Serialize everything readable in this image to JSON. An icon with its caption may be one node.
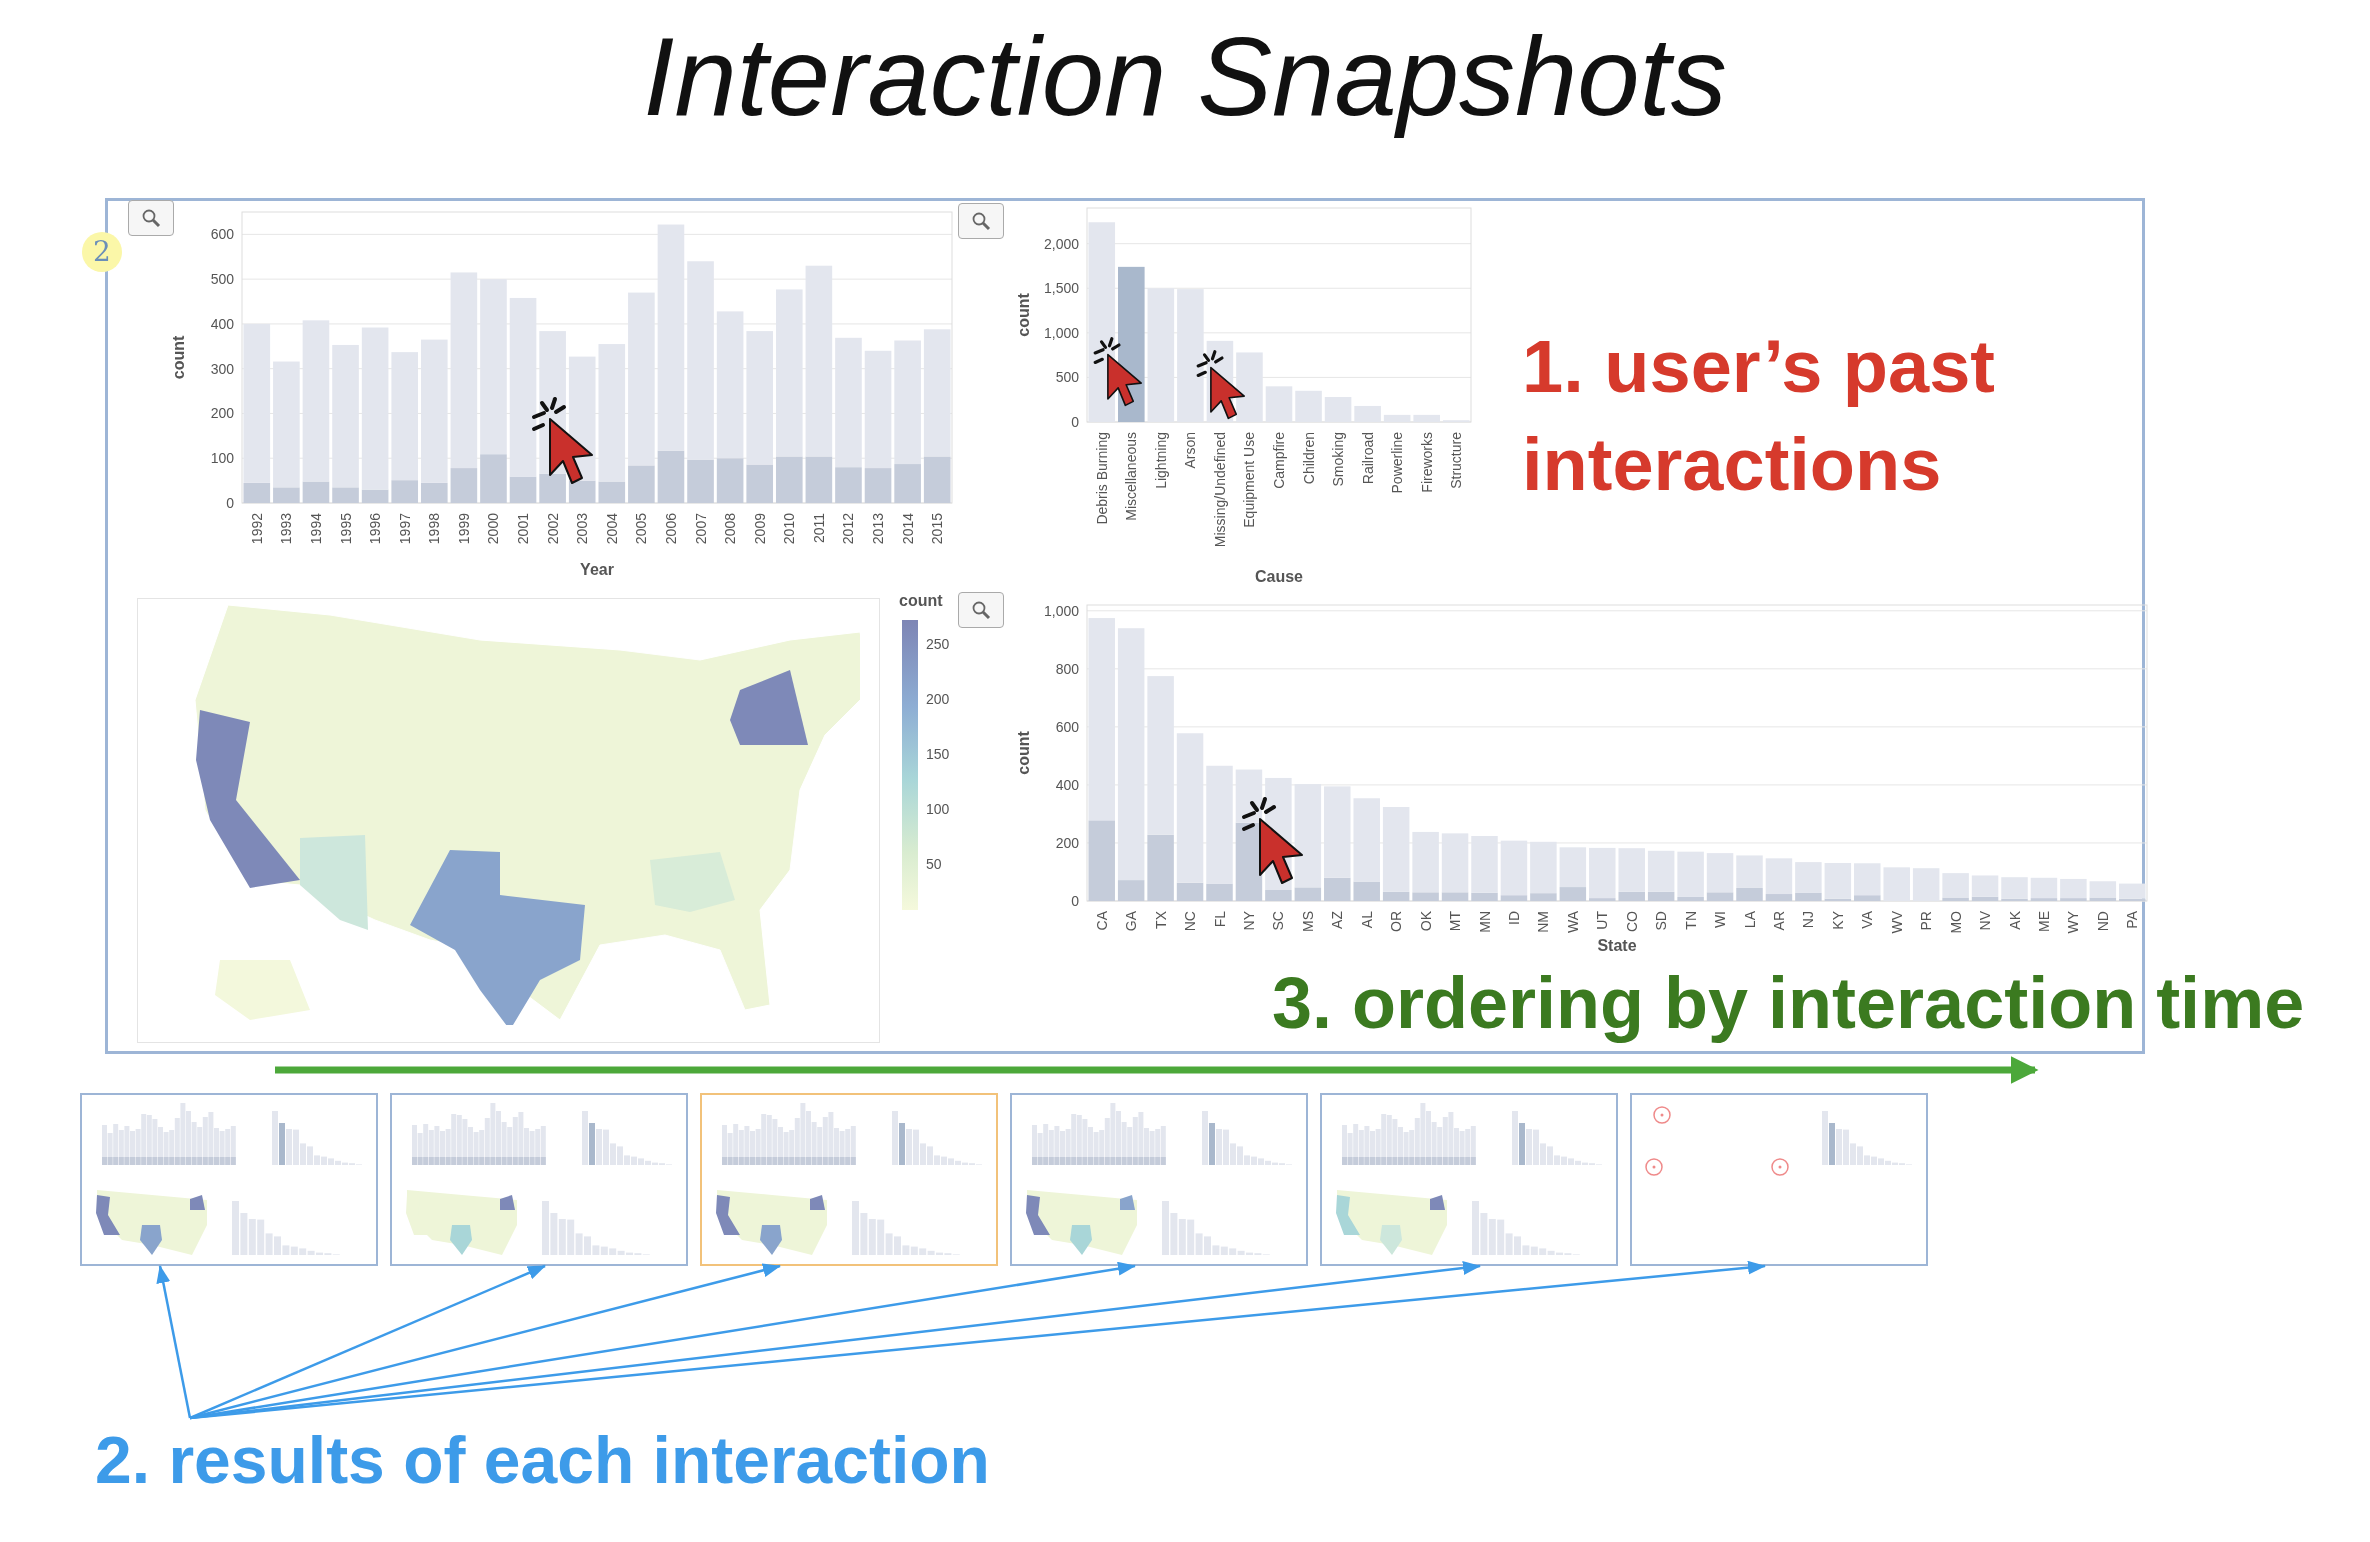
{
  "diagram": {
    "title": "Interaction Snapshots",
    "nodes": [
      {
        "text": [],
        "shape": "picture"
      },
      {
        "text": [],
        "shape": "picture"
      },
      {
        "text": [],
        "shape": "picture"
      },
      {
        "text": [],
        "shape": "picture"
      },
      {
        "text": [],
        "shape": "picture"
      },
      {
        "text": [],
        "shape": "picture"
      },
      {
        "text": [
          "2. results of each interaction"
        ]
      }
    ],
    "edges": [
      {
        "from": 6,
        "to": 0,
        "arrow": "to"
      },
      {
        "from": 6,
        "to": 1,
        "arrow": "to"
      },
      {
        "from": 6,
        "to": 2,
        "arrow": "to"
      },
      {
        "from": 6,
        "to": 3,
        "arrow": "to"
      },
      {
        "from": 6,
        "to": 4,
        "arrow": "to"
      },
      {
        "from": 6,
        "to": 5,
        "arrow": "to"
      }
    ],
    "labels": [
      "2",
      "1. user’s past interactions",
      "3. ordering by interaction time",
      "count",
      "250",
      "200",
      "150",
      "100",
      "50"
    ],
    "chart_data": [
      {
        "type": "bar",
        "xlabel": "Year",
        "ylabel": "count",
        "categories": [
          "1992",
          "1993",
          "1994",
          "1995",
          "1996",
          "1997",
          "1998",
          "1999",
          "2000",
          "2001",
          "2002",
          "2003",
          "2004",
          "2005",
          "2006",
          "2007",
          "2008",
          "2009",
          "2010",
          "2011",
          "2012",
          "2013",
          "2014",
          "2015"
        ],
        "series": [
          {
            "color": "#c5ccda",
            "values": [
              45,
              35,
              48,
              35,
              30,
              51,
              45,
              78,
              109,
              59,
              65,
              50,
              48,
              84,
              117,
              97,
              100,
              86,
              104,
              104,
              80,
              78,
              87,
              104
            ]
          },
          {
            "color": "#e3e6ee",
            "values": [
              355,
              281,
              360,
              318,
              362,
              286,
              320,
              437,
              391,
              399,
              319,
              277,
              307,
              386,
              505,
              443,
              328,
              298,
              373,
              426,
              289,
              262,
              276,
              284
            ]
          }
        ],
        "yticks": [
          0,
          100,
          200,
          300,
          400,
          500,
          600
        ],
        "ylim": [
          0,
          650
        ],
        "grid": true,
        "stacked": true
      },
      {
        "type": "bar",
        "xlabel": "Cause",
        "ylabel": "count",
        "categories": [
          "Debris Burning",
          "Miscellaneous",
          "Lightning",
          "Arson",
          "Missing/Undefined",
          "Equipment Use",
          "Campfire",
          "Children",
          "Smoking",
          "Railroad",
          "Powerline",
          "Fireworks",
          "Structure"
        ],
        "series": [
          {
            "color": "#a9b8cc",
            "values": [
              null,
              1740,
              null,
              null,
              null,
              null,
              null,
              null,
              null,
              null,
              null,
              null,
              null
            ]
          },
          {
            "color": "#e3e6ee",
            "values": [
              2240,
              null,
              1500,
              1490,
              910,
              780,
              400,
              350,
              280,
              180,
              80,
              80,
              20
            ]
          }
        ],
        "yticks": [
          0,
          500,
          {
            "value": 1000,
            "label": "1,000"
          },
          {
            "value": 1500,
            "label": "1,500"
          },
          {
            "value": 2000,
            "label": "2,000"
          }
        ],
        "ylim": [
          0,
          2400
        ],
        "grid": true,
        "stacked": true
      },
      {
        "type": "bar",
        "xlabel": "State",
        "ylabel": "count",
        "categories": [
          "CA",
          "GA",
          "TX",
          "NC",
          "FL",
          "NY",
          "SC",
          "MS",
          "AZ",
          "AL",
          "OR",
          "OK",
          "MT",
          "MN",
          "ID",
          "NM",
          "WA",
          "UT",
          "CO",
          "SD",
          "TN",
          "WI",
          "LA",
          "AR",
          "NJ",
          "KY",
          "VA",
          "WV",
          "PR",
          "MO",
          "NV",
          "AK",
          "ME",
          "WY",
          "ND",
          "PA"
        ],
        "series": [
          {
            "color": "#c5ccda",
            "values": [
              278,
              72,
              228,
              63,
              60,
              270,
              38,
              47,
              80,
              67,
              32,
              30,
              30,
              28,
              20,
              27,
              48,
              10,
              32,
              32,
              14,
              30,
              45,
              24,
              29,
              8,
              20,
              null,
              null,
              12,
              15,
              8,
              10,
              10,
              12,
              8
            ]
          },
          {
            "color": "#e3e6ee",
            "values": [
              697,
              868,
              547,
              515,
              406,
              183,
              386,
              356,
              315,
              287,
              292,
              208,
              203,
              196,
              188,
              177,
              137,
              173,
              150,
              141,
              156,
              135,
              112,
              123,
              105,
              123,
              110,
              116,
              113,
              84,
              73,
              74,
              70,
              66,
              56,
              52
            ]
          }
        ],
        "yticks": [
          0,
          200,
          400,
          600,
          800,
          {
            "value": 1000,
            "label": "1,000"
          }
        ],
        "ylim": [
          0,
          1020
        ],
        "grid": true,
        "stacked": true
      }
    ]
  }
}
